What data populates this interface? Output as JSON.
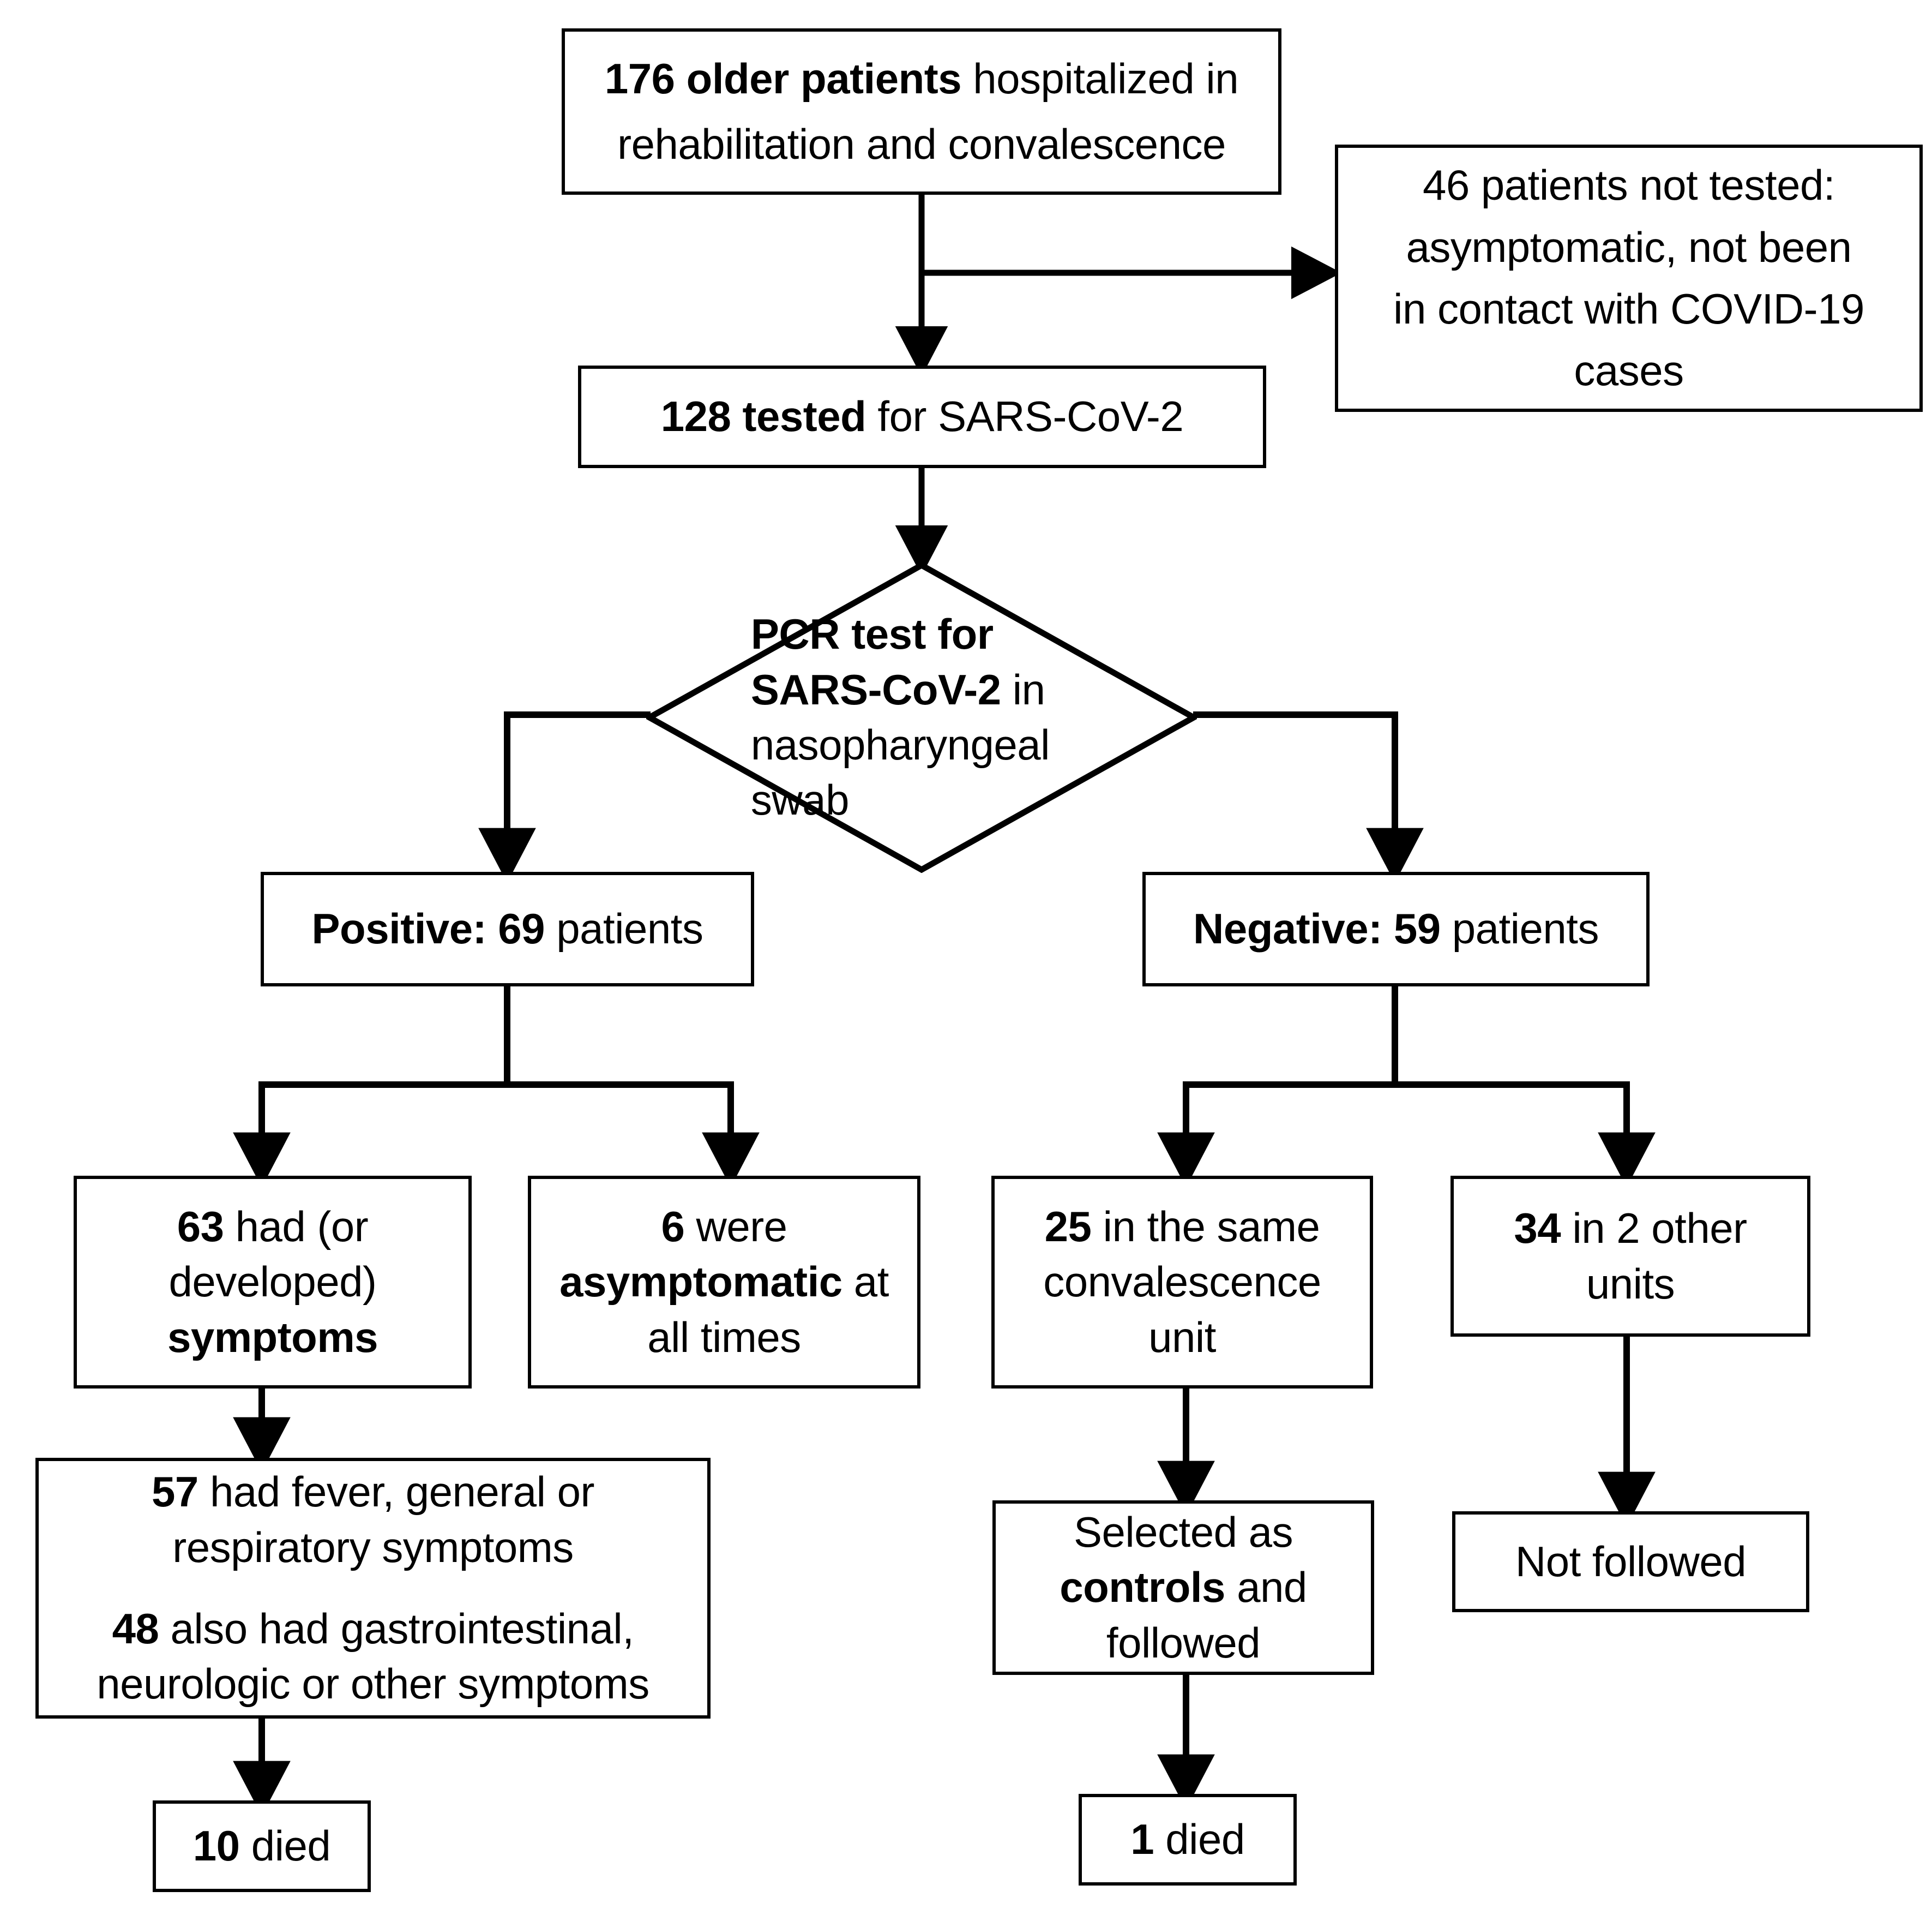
{
  "diagram": {
    "title": "COVID-19 patient screening flowchart",
    "type": "flowchart",
    "stroke_color": "#000000",
    "fill_color": "#ffffff",
    "text_color": "#000000"
  },
  "nodes": {
    "cohort": {
      "line1_bold": "176 older patients",
      "line1_rest": " hospitalized in",
      "line2": "rehabilitation and convalescence"
    },
    "not_tested": {
      "line1": "46 patients not tested:",
      "line2": "asymptomatic, not been",
      "line3": "in contact with COVID-19",
      "line4": "cases"
    },
    "tested": {
      "bold": "128 tested",
      "rest": " for SARS-CoV-2"
    },
    "pcr": {
      "bold": "PCR test for SARS-CoV-2",
      "rest": " in nasopharyngeal swab"
    },
    "positive": {
      "bold": "Positive: 69",
      "rest": " patients"
    },
    "negative": {
      "bold": "Negative: 59",
      "rest": " patients"
    },
    "symptomatic": {
      "p1_bold": "63",
      "p1_mid": " had (or developed) ",
      "p1_bold2": "symptoms"
    },
    "asymptomatic": {
      "p1_bold": "6",
      "p1_mid": " were ",
      "p1_bold2": "asymptomatic",
      "p1_end": " at all times"
    },
    "same_unit": {
      "bold": "25",
      "rest": " in the same convalescence unit"
    },
    "other_units": {
      "bold": "34",
      "rest": " in 2 other units"
    },
    "symptom_detail": {
      "para1_bold": "57",
      "para1_rest": " had fever, general or respiratory symptoms",
      "para2_bold": "48",
      "para2_rest": " also had gastrointestinal, neurologic or other symptoms"
    },
    "controls": {
      "pre": "Selected as ",
      "bold": "controls",
      "post": " and followed"
    },
    "not_followed": {
      "text": "Not followed"
    },
    "died_positive": {
      "bold": "10",
      "rest": " died"
    },
    "died_control": {
      "bold": "1",
      "rest": " died"
    }
  }
}
